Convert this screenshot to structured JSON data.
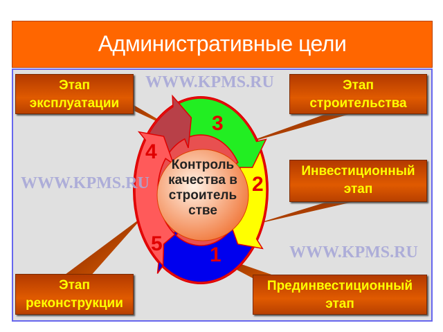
{
  "title": "Административные цели",
  "watermark": "WWW.KPMS.RU",
  "center_text": [
    "Контроль",
    "качества в",
    "строитель",
    "стве"
  ],
  "stages": [
    {
      "number": "1",
      "label": [
        "Прединвестиционный",
        "этап"
      ],
      "color": "#0000ee"
    },
    {
      "number": "2",
      "label": [
        "Инвестиционный",
        "этап"
      ],
      "color": "#ffff00"
    },
    {
      "number": "3",
      "label": [
        "Этап",
        "строительства"
      ],
      "color": "#22ee22"
    },
    {
      "number": "4",
      "label": [
        "Этап",
        "эксплуатации"
      ],
      "color": "#b84048"
    },
    {
      "number": "5",
      "label": [
        "Этап",
        "реконструкции"
      ],
      "color": "#ff5a5a"
    }
  ]
}
